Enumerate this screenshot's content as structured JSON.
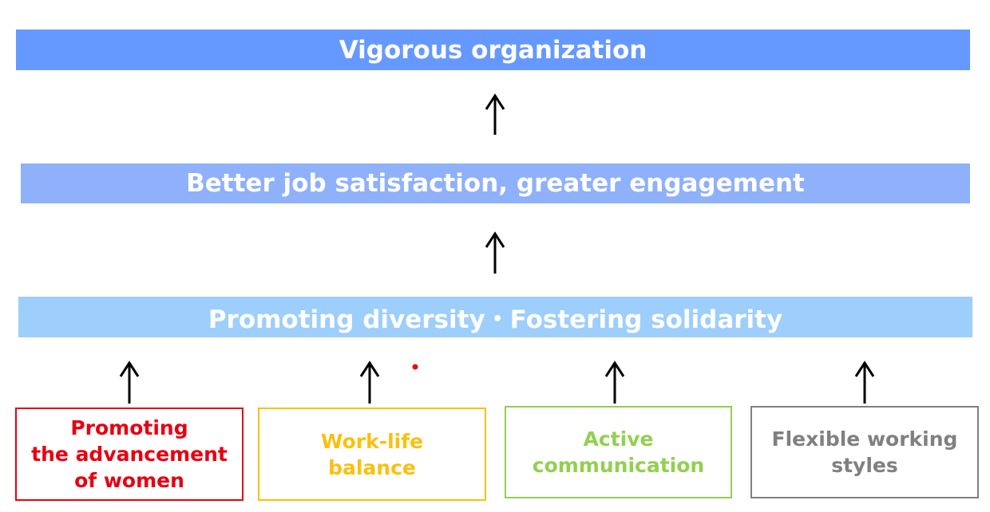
{
  "colors": {
    "top_bar": "#6699ff",
    "middle_bar": "#8fb0fb",
    "bottom_bar": "#9dcefc",
    "arrow": "#000000",
    "dot": "#e01010"
  },
  "levels": {
    "top": "Vigorous organization",
    "middle": "Better job satisfaction, greater engagement",
    "bottom": "Promoting diversity・Fostering solidarity"
  },
  "factors": [
    {
      "label": "Promoting\nthe advancement\nof women",
      "color": "#e60012"
    },
    {
      "label": "Work-life\nbalance",
      "color": "#fbc00f"
    },
    {
      "label": "Active\ncommunication",
      "color": "#92d050"
    },
    {
      "label": "Flexible working\nstyles",
      "color": "#808080"
    }
  ]
}
